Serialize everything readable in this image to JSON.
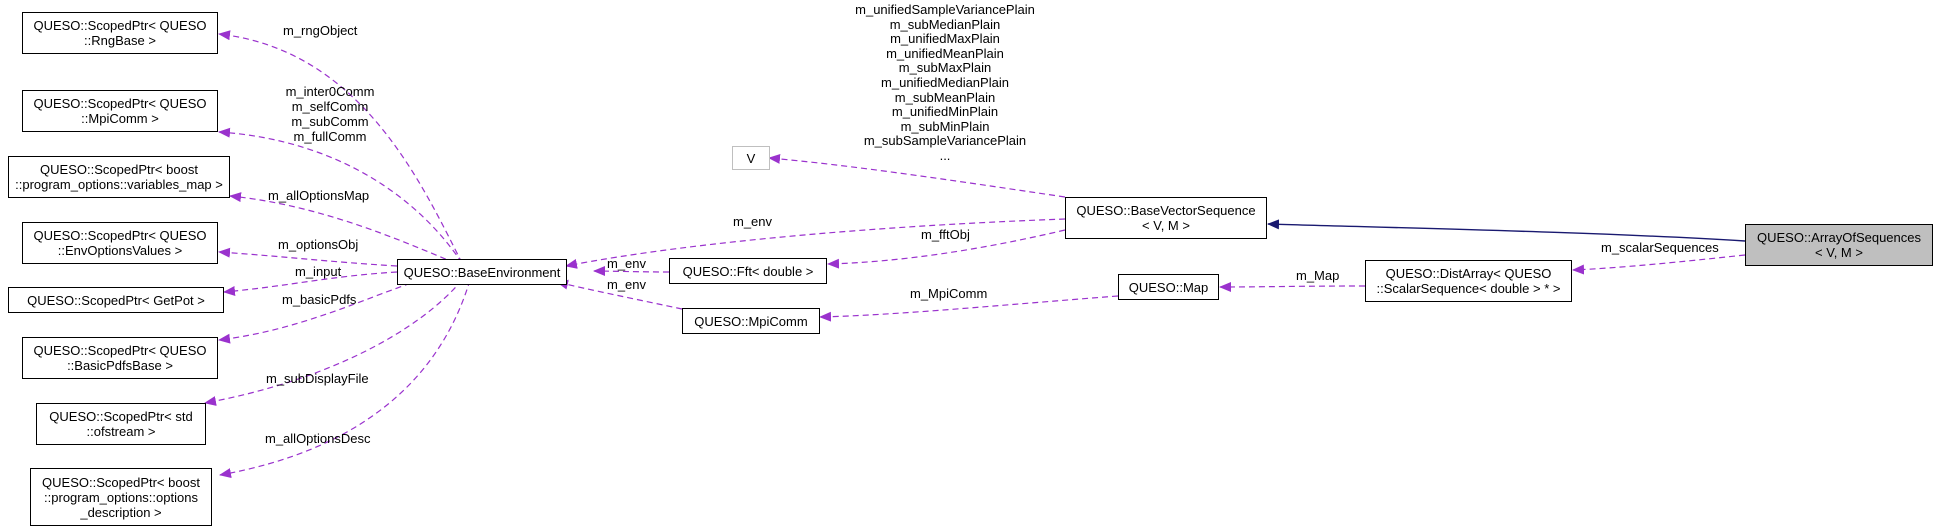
{
  "nodes": {
    "rng": [
      "QUESO::ScopedPtr< QUESO",
      "::RngBase >"
    ],
    "mpi_comm_ptr": [
      "QUESO::ScopedPtr< QUESO",
      "::MpiComm >"
    ],
    "vmap": [
      "QUESO::ScopedPtr< boost",
      "::program_options::variables_map >"
    ],
    "envopts": [
      "QUESO::ScopedPtr< QUESO",
      "::EnvOptionsValues >"
    ],
    "getpot": [
      "QUESO::ScopedPtr< GetPot >"
    ],
    "pdfs": [
      "QUESO::ScopedPtr< QUESO",
      "::BasicPdfsBase >"
    ],
    "ofstream": [
      "QUESO::ScopedPtr< std",
      "::ofstream >"
    ],
    "optdesc": [
      "QUESO::ScopedPtr< boost",
      "::program_options::options",
      "_description >"
    ],
    "baseenv": [
      "QUESO::BaseEnvironment"
    ],
    "v": [
      "V"
    ],
    "fft": [
      "QUESO::Fft< double >"
    ],
    "mpicomm": [
      "QUESO::MpiComm"
    ],
    "bvs": [
      "QUESO::BaseVectorSequence",
      "< V, M >"
    ],
    "map": [
      "QUESO::Map"
    ],
    "distarray": [
      "QUESO::DistArray< QUESO",
      "::ScalarSequence< double > * >"
    ],
    "aos": [
      "QUESO::ArrayOfSequences",
      "< V, M >"
    ]
  },
  "edge_labels": {
    "rngObject": "m_rngObject",
    "comms": [
      "m_inter0Comm",
      "m_selfComm",
      "m_subComm",
      "m_fullComm"
    ],
    "allOptionsMap": "m_allOptionsMap",
    "optionsObj": "m_optionsObj",
    "input": "m_input",
    "basicPdfs": "m_basicPdfs",
    "subDisplayFile": "m_subDisplayFile",
    "allOptionsDesc": "m_allOptionsDesc",
    "v_members": [
      "m_unifiedSampleVariancePlain",
      "m_subMedianPlain",
      "m_unifiedMaxPlain",
      "m_unifiedMeanPlain",
      "m_subMaxPlain",
      "m_unifiedMedianPlain",
      "m_subMeanPlain",
      "m_unifiedMinPlain",
      "m_subMinPlain",
      "m_subSampleVariancePlain",
      "..."
    ],
    "env_bvs": "m_env",
    "fftObj": "m_fftObj",
    "env_fft": "m_env",
    "env_mpicomm": "m_env",
    "MpiComm": "m_MpiComm",
    "Map": "m_Map",
    "scalarSequences": "m_scalarSequences"
  },
  "colors": {
    "member_edge": "#9a32cd",
    "inherit_edge": "#191970",
    "highlight_fill": "#bfbfbf"
  }
}
